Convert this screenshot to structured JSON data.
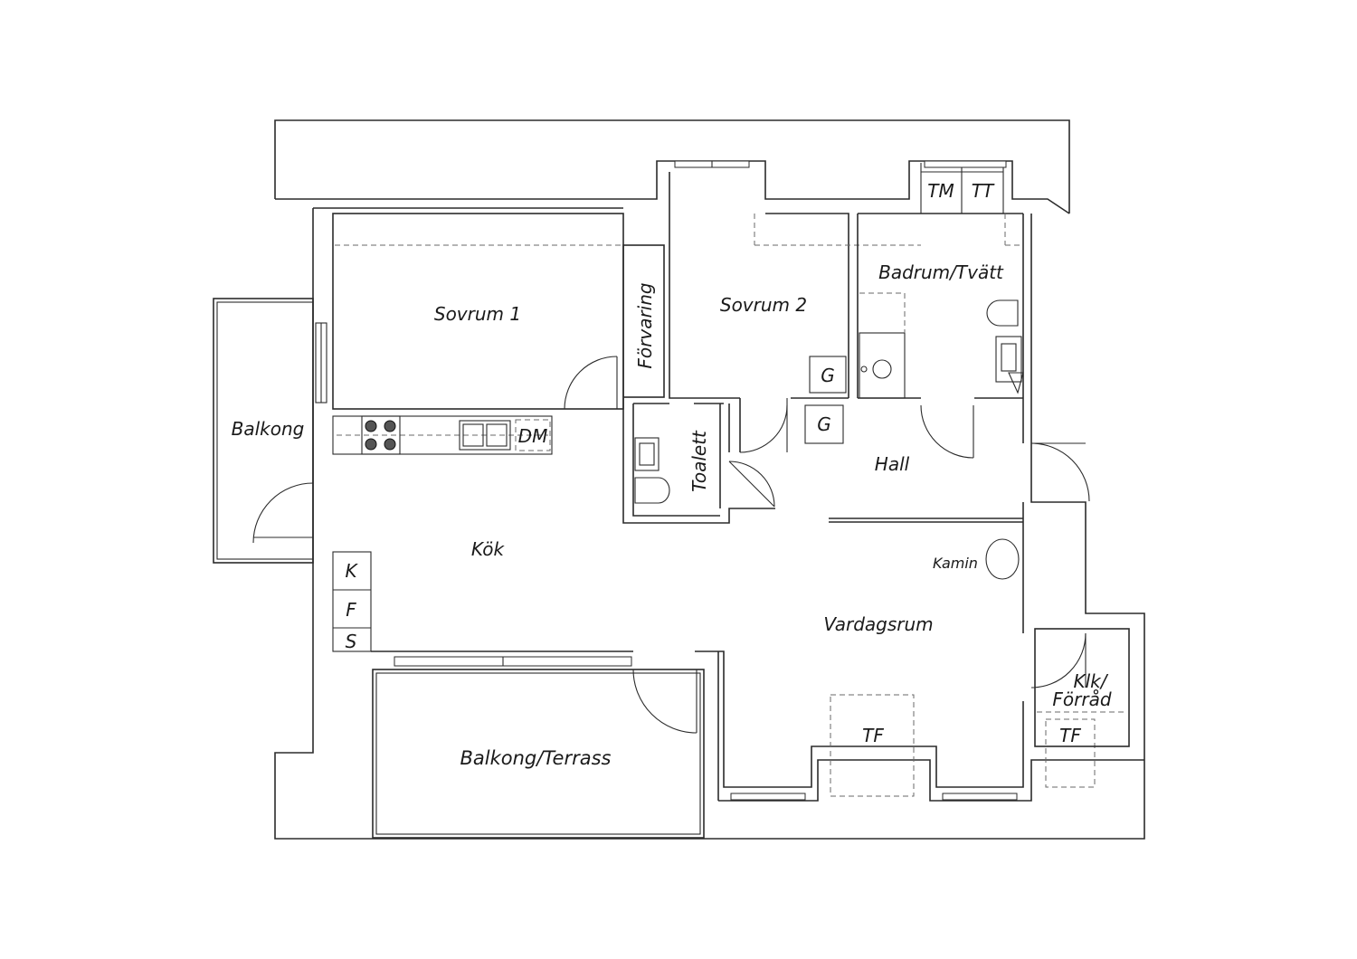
{
  "floor_plan": {
    "rooms": {
      "sovrum1": "Sovrum 1",
      "sovrum2": "Sovrum 2",
      "forvaring": "Förvaring",
      "badrum": "Badrum/Tvätt",
      "balkong": "Balkong",
      "kok": "Kök",
      "toalett": "Toalett",
      "hall": "Hall",
      "vardagsrum": "Vardagsrum",
      "kamin": "Kamin",
      "klk_line1": "Klk/",
      "klk_line2": "Förråd",
      "balkong_terrass": "Balkong/Terrass"
    },
    "fixtures": {
      "tm": "TM",
      "tt": "TT",
      "g1": "G",
      "g2": "G",
      "dm": "DM",
      "k": "K",
      "f": "F",
      "s": "S",
      "tf1": "TF",
      "tf2": "TF"
    }
  }
}
